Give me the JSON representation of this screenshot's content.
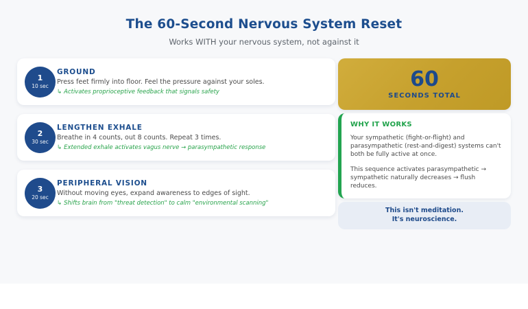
{
  "page": {
    "title": "The 60-Second Nervous System Reset",
    "subtitle": "Works WITH your nervous system, not against it"
  },
  "note_arrow": "↳",
  "steps": [
    {
      "number": "1",
      "duration": "10 sec",
      "title": "GROUND",
      "description": "Press feet firmly into floor. Feel the pressure against your soles.",
      "note": "Activates proprioceptive feedback that signals safety"
    },
    {
      "number": "2",
      "duration": "30 sec",
      "title": "LENGTHEN EXHALE",
      "description": "Breathe in 4 counts, out 8 counts. Repeat 3 times.",
      "note": "Extended exhale activates vagus nerve → parasympathetic response"
    },
    {
      "number": "3",
      "duration": "20 sec",
      "title": "PERIPHERAL VISION",
      "description": "Without moving eyes, expand awareness to edges of sight.",
      "note": "Shifts brain from \"threat detection\" to calm \"environmental scanning\""
    }
  ],
  "summary": {
    "total_value": "60",
    "total_label": "SECONDS TOTAL"
  },
  "why": {
    "heading": "WHY IT WORKS",
    "paragraph1": "Your sympathetic (fight-or-flight) and\nparasympathetic (rest-and-digest) systems can't\nboth be fully active at once.",
    "paragraph2": "This sequence activates parasympathetic →\nsympathetic naturally decreases → flush reduces."
  },
  "footer": {
    "line1": "This isn't meditation.",
    "line2": "It's neuroscience."
  },
  "colors": {
    "navy": "#1d4e8e",
    "green": "#27a34a",
    "green_border": "#22a450",
    "gold": "#c6a02d",
    "page_bg": "#f7f8fa",
    "card_bg": "#ffffff",
    "footer_bg": "#e8edf5"
  }
}
